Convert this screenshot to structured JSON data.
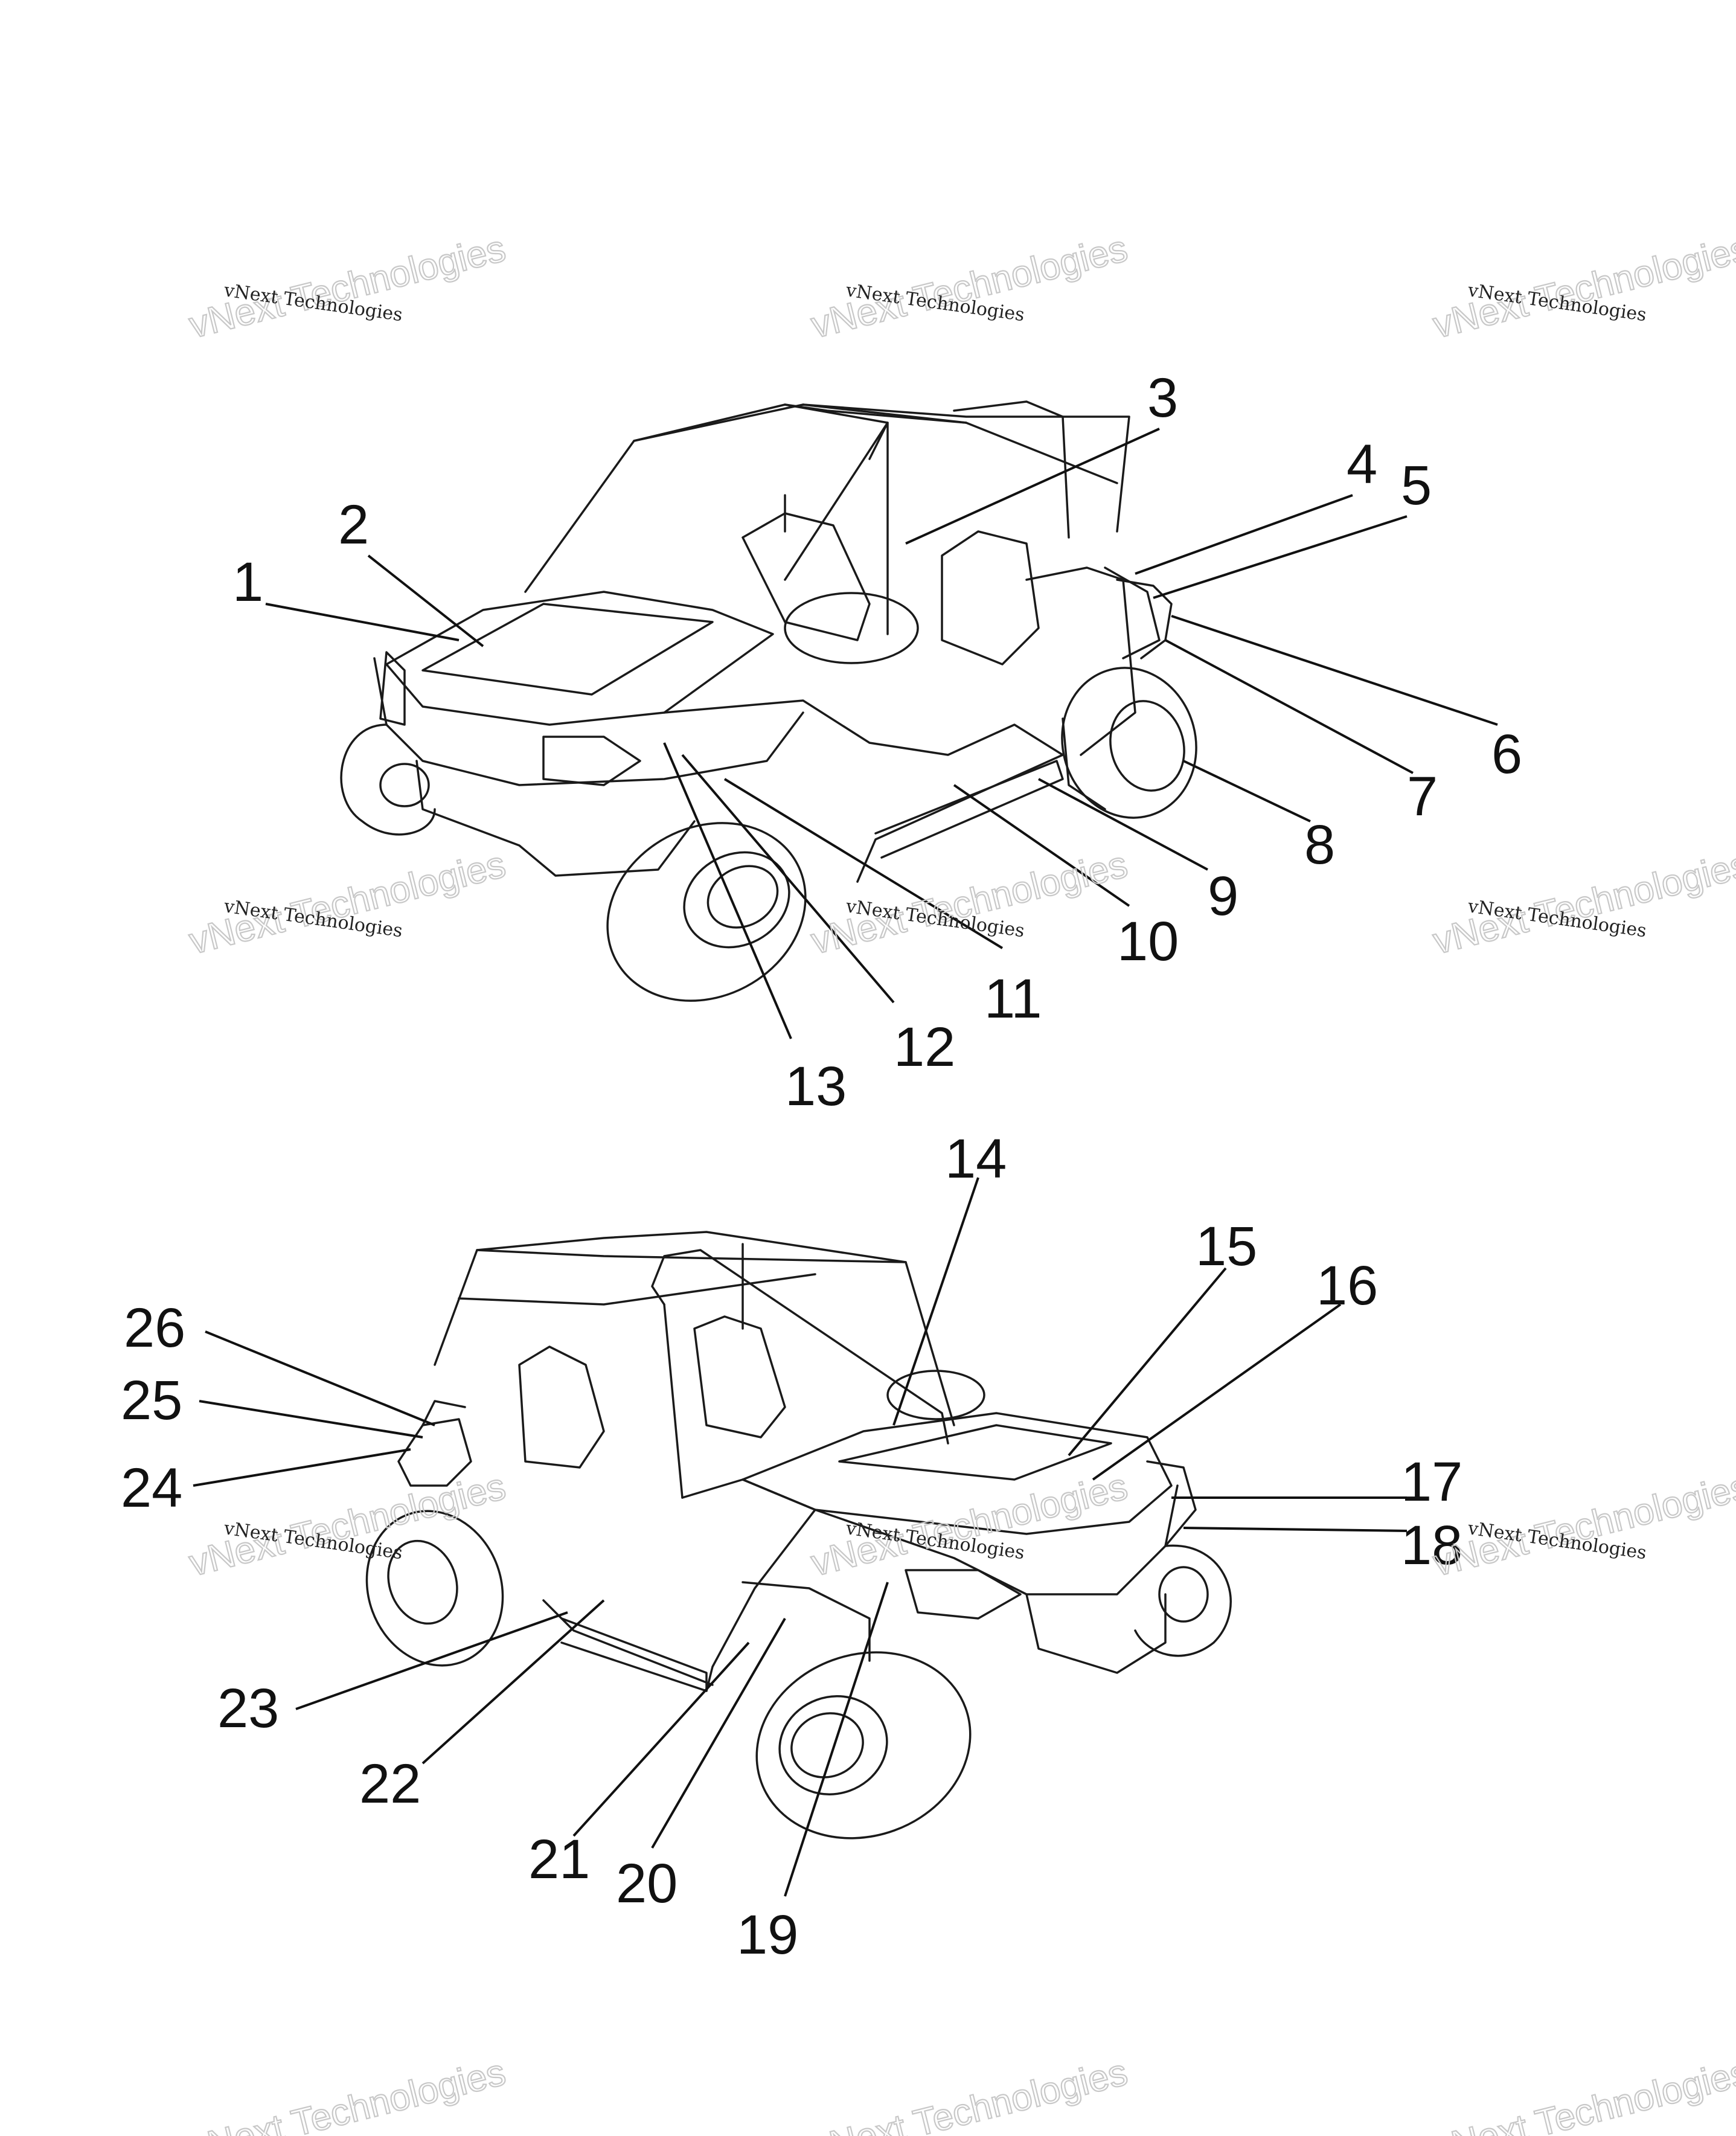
{
  "diagram": {
    "top_view_labels": [
      "1",
      "2",
      "3",
      "4",
      "5",
      "6",
      "7",
      "8",
      "9",
      "10",
      "11",
      "12",
      "13"
    ],
    "bottom_view_labels": [
      "14",
      "15",
      "16",
      "17",
      "18",
      "19",
      "20",
      "21",
      "22",
      "23",
      "24",
      "25",
      "26"
    ]
  },
  "watermark": {
    "line1": "vNext Technologies",
    "line2": "vNext Technologies"
  }
}
